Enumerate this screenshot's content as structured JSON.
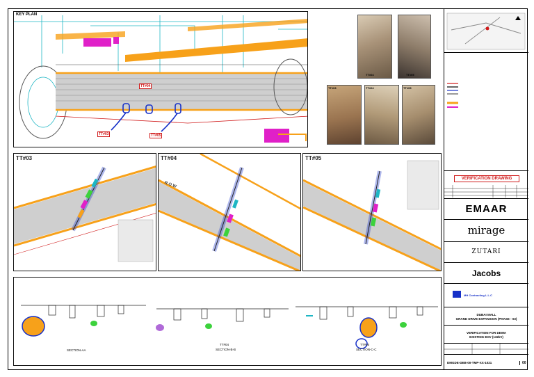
{
  "key_plan": {
    "title": "KEY PLAN",
    "tags": [
      "TT#04",
      "TT#03",
      "TT#05"
    ]
  },
  "photos": {
    "labels": [
      "TT#04",
      "TT#05",
      "TT#03",
      "TT#04",
      "TT#05"
    ]
  },
  "sections": {
    "tags": [
      "TT#03",
      "TT#04",
      "TT#05"
    ],
    "road_label": "R.O.W"
  },
  "profiles": {
    "captions": [
      "SECTION-AA",
      "TT#04",
      "SECTION-B-B",
      "TT#05",
      "SECTION-C-C"
    ]
  },
  "title_block": {
    "status": "VERIFICATION DRAWING",
    "client": "EMAAR",
    "pmc": "mirage",
    "consultant": "ZUTARI",
    "designer": "Jacobs",
    "contractor": "MH Contracting L.L.C",
    "project": [
      "DUBAI MALL",
      "GRAND DRIVE EXPANSION (PHASE - 03)"
    ],
    "drawing_title": [
      "VERIFICATION FOR DEWA",
      "EXISTING EHV (132kV)"
    ],
    "drawing_no": "DMGDE-DEB-00-TMP-XX-1021",
    "sheet_no": "00"
  },
  "colors": {
    "orange": "#f7a11a",
    "magenta": "#e020c8",
    "blue": "#1630c8",
    "red": "#d01818",
    "cyan": "#1eb6c4"
  }
}
